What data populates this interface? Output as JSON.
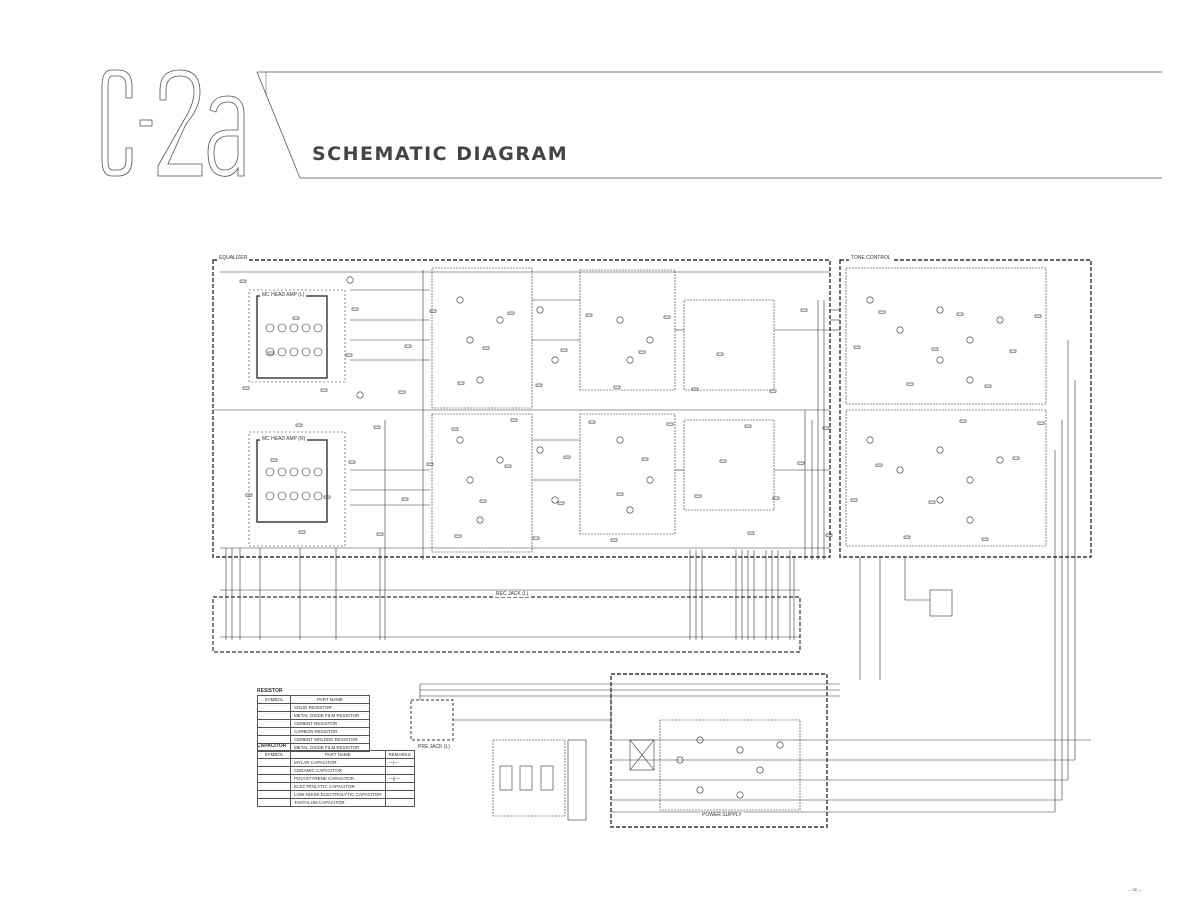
{
  "header": {
    "logo_text": "C-2a",
    "title": "SCHEMATIC DIAGRAM"
  },
  "blocks": {
    "equalizer": "EQUALIZER",
    "tone_control": "TONE CONTROL",
    "mc_head_amp_l": "MC HEAD AMP (L)",
    "mc_head_amp_r": "MC HEAD AMP (R)",
    "rec_jack": "REC JACK (L)",
    "pre_jack": "PRE JACK (L)",
    "power_supply": "POWER SUPPLY"
  },
  "resistor_legend": {
    "title": "RESISTOR",
    "headers": [
      "SYMBOL",
      "PART NAME"
    ],
    "rows": [
      [
        "",
        "SOLID RESISTOR"
      ],
      [
        "",
        "METAL OXIDE FILM RESISTOR"
      ],
      [
        "",
        "CEMENT RESISTOR"
      ],
      [
        "",
        "CARBON RESISTOR"
      ],
      [
        "",
        "CEMENT MOLDED RESISTOR"
      ],
      [
        "",
        "METAL OXIDE FILM RESISTOR"
      ]
    ]
  },
  "capacitor_legend": {
    "title": "CAPACITOR",
    "headers": [
      "SYMBOL",
      "PART NAME",
      "REMARKS"
    ],
    "rows": [
      [
        "",
        "MYLAR CAPACITOR",
        ""
      ],
      [
        "",
        "CERAMIC CAPACITOR",
        ""
      ],
      [
        "",
        "POLYSTYRENE CAPACITOR",
        ""
      ],
      [
        "",
        "ELECTROLYTIC CAPACITOR",
        ""
      ],
      [
        "",
        "LOW NOISE ELECTROLYTIC CAPACITOR",
        ""
      ],
      [
        "",
        "TANTALUM CAPACITOR",
        ""
      ]
    ]
  },
  "page_number": "— 35 —"
}
